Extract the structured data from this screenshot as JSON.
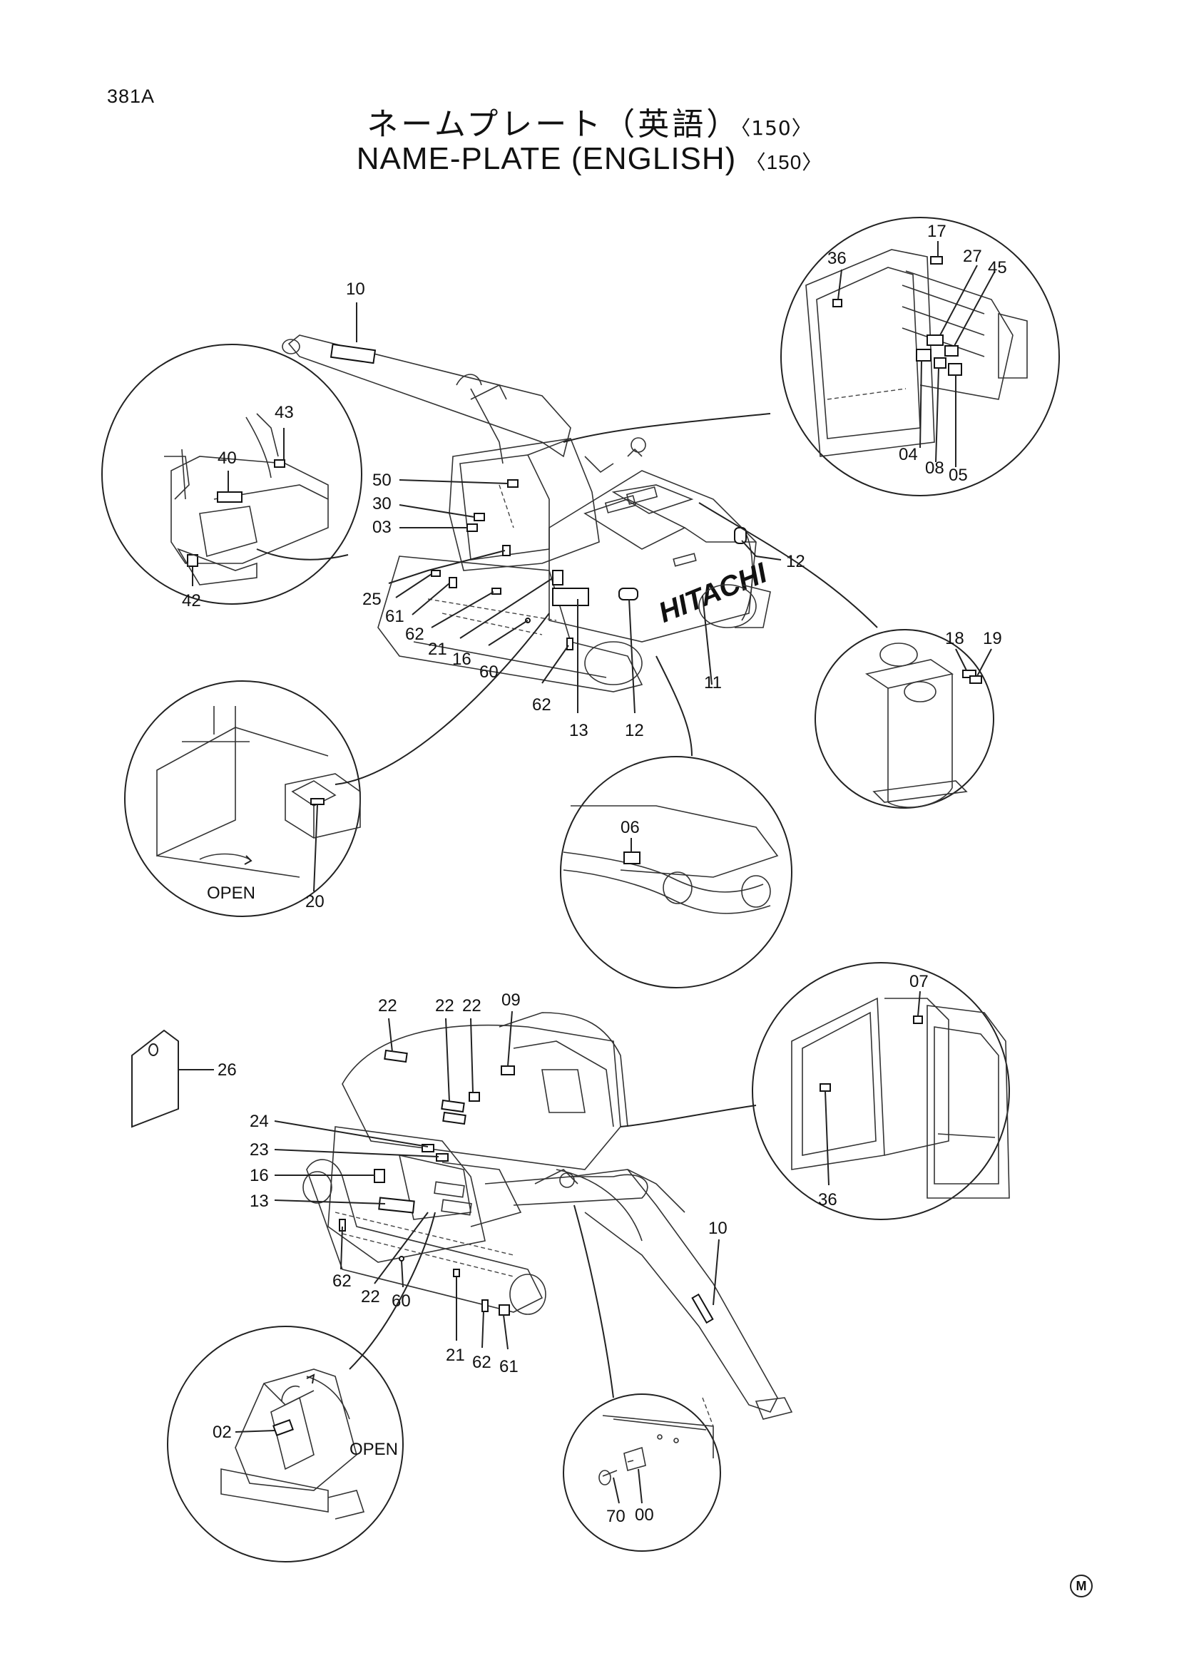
{
  "page_id": "381A",
  "title_jp": "ネームプレート（英語）",
  "title_en": "NAME-PLATE (ENGLISH)",
  "quantity": "〈150〉",
  "brand": "HITACHI",
  "notes": {
    "open_1": "OPEN",
    "open_2": "OPEN"
  },
  "callouts": {
    "c10a": "10",
    "c50": "50",
    "c30": "30",
    "c03": "03",
    "c25": "25",
    "c61a": "61",
    "c62a": "62",
    "c21a": "21",
    "c16a": "16",
    "c60a": "60",
    "c62b": "62",
    "c13a": "13",
    "c12a": "12",
    "c12b": "12",
    "c11": "11",
    "c43": "43",
    "c40": "40",
    "c42": "42",
    "c17": "17",
    "c36a": "36",
    "c27": "27",
    "c45": "45",
    "c04": "04",
    "c08": "08",
    "c05": "05",
    "c18": "18",
    "c19": "19",
    "c20": "20",
    "c06": "06",
    "c22a": "22",
    "c22b": "22",
    "c22c": "22",
    "c09": "09",
    "c26": "26",
    "c24": "24",
    "c23": "23",
    "c16b": "16",
    "c13b": "13",
    "c62c": "62",
    "c22d": "22",
    "c60b": "60",
    "c21b": "21",
    "c62d": "62",
    "c61b": "61",
    "c10b": "10",
    "c07": "07",
    "c36b": "36",
    "c02": "02",
    "c70": "70",
    "c00": "00"
  },
  "corner_mark": "M"
}
